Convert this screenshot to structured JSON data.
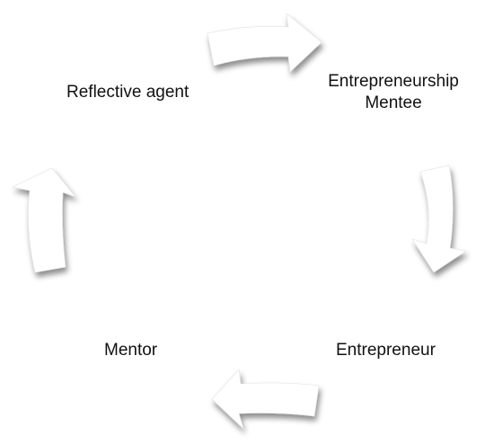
{
  "diagram": {
    "type": "cycle",
    "nodes": [
      {
        "id": "reflective",
        "label": "Reflective agent"
      },
      {
        "id": "mentee",
        "label_lines": [
          "Entrepreneurship",
          "Mentee"
        ]
      },
      {
        "id": "entrepreneur",
        "label": "Entrepreneur"
      },
      {
        "id": "mentor",
        "label": "Mentor"
      }
    ],
    "edges": [
      {
        "from": "reflective",
        "to": "mentee"
      },
      {
        "from": "mentee",
        "to": "entrepreneur"
      },
      {
        "from": "entrepreneur",
        "to": "mentor"
      },
      {
        "from": "mentor",
        "to": "reflective"
      }
    ],
    "arrow_fill": "#ffffff",
    "arrow_shadow": "#8a8a8a",
    "text_color": "#111111"
  }
}
